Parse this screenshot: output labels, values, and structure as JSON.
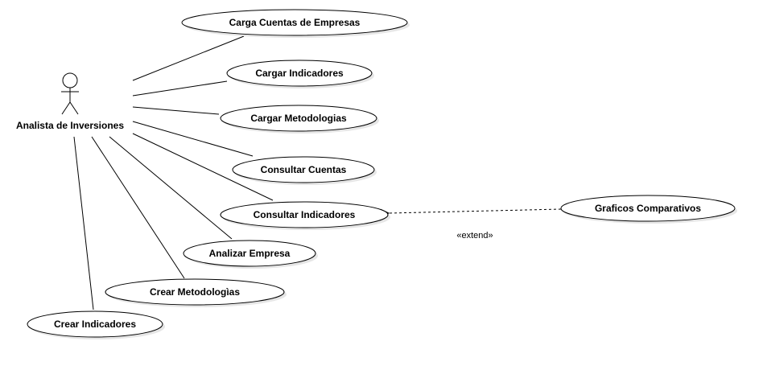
{
  "actor": {
    "name": "Analista de Inversiones"
  },
  "use_cases": [
    {
      "id": "uc-carga-cuentas",
      "label": "Carga Cuentas de Empresas"
    },
    {
      "id": "uc-cargar-indicadores",
      "label": "Cargar Indicadores"
    },
    {
      "id": "uc-cargar-metodologias",
      "label": "Cargar Metodologias"
    },
    {
      "id": "uc-consultar-cuentas",
      "label": "Consultar Cuentas"
    },
    {
      "id": "uc-consultar-indicadores",
      "label": "Consultar Indicadores"
    },
    {
      "id": "uc-analizar-empresa",
      "label": "Analizar Empresa"
    },
    {
      "id": "uc-crear-metodologias",
      "label": "Crear Metodologìas"
    },
    {
      "id": "uc-crear-indicadores",
      "label": "Crear Indicadores"
    },
    {
      "id": "uc-graficos-comparativos",
      "label": "Graficos Comparativos"
    }
  ],
  "relations": [
    {
      "type": "extend",
      "label": "«extend»",
      "from": "uc-graficos-comparativos",
      "to": "uc-consultar-indicadores"
    }
  ],
  "colors": {
    "stroke": "#000000",
    "fill": "#ffffff",
    "shadow": "#e6e6e6"
  }
}
